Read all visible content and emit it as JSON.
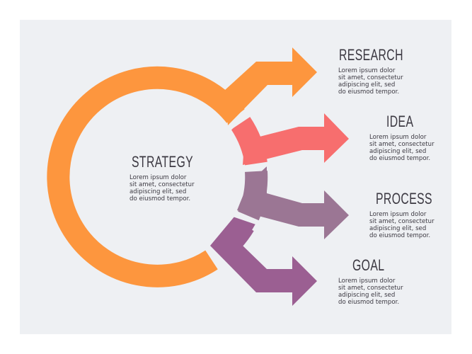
{
  "colors": {
    "background": "#eef0f3",
    "strategy": "#fd963e",
    "idea": "#f76e6e",
    "process": "#9b7694",
    "goal": "#9b5f92"
  },
  "center": {
    "title": "STRATEGY",
    "lines": [
      "Lorem ipsum dolor",
      "sit amet, consectetur",
      "adipiscing elit, sed",
      "do eiusmod tempor."
    ]
  },
  "steps": [
    {
      "title": "RESEARCH",
      "lines": [
        "Lorem ipsum dolor",
        "sit amet, consectetur",
        "adipiscing elit, sed",
        "do eiusmod tempor."
      ]
    },
    {
      "title": "IDEA",
      "lines": [
        "Lorem ipsum dolor",
        "sit amet, consectetur",
        "adipiscing elit, sed",
        "do eiusmod tempor."
      ]
    },
    {
      "title": "PROCESS",
      "lines": [
        "Lorem ipsum dolor",
        "sit amet, consectetur",
        "adipiscing elit, sed",
        "do eiusmod tempor."
      ]
    },
    {
      "title": "GOAL",
      "lines": [
        "Lorem ipsum dolor",
        "sit amet, consectetur",
        "adipiscing elit, sed",
        "do eiusmod tempor."
      ]
    }
  ]
}
